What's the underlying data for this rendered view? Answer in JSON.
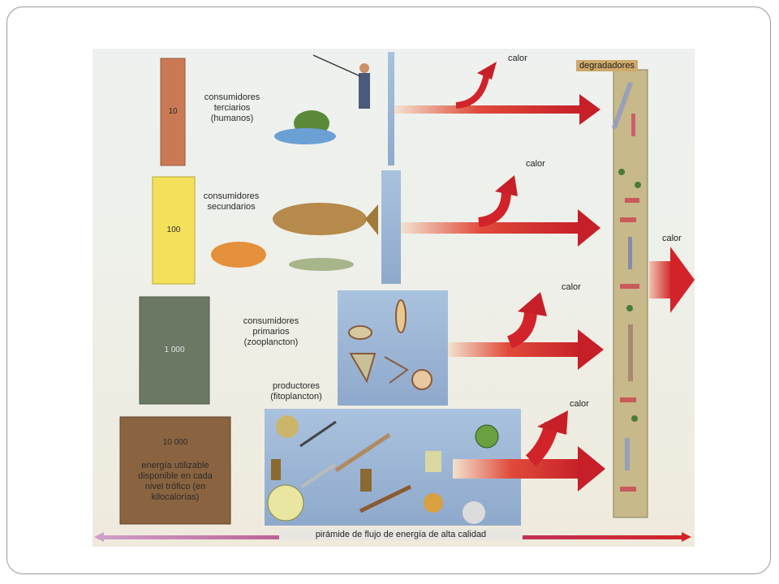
{
  "levels": [
    {
      "value": "10",
      "label": "consumidores terciarios (humanos)",
      "color": "#c97a54"
    },
    {
      "value": "100",
      "label": "consumidores secundarios",
      "color": "#f4e05a"
    },
    {
      "value": "1 000",
      "label": "consumidores primarios (zooplancton)",
      "color": "#6b7864"
    },
    {
      "value": "10 000",
      "label": "energía utilizable disponible en cada nivel trófico (en kilocalorías)",
      "color": "#8a6440"
    }
  ],
  "producers_label": "productores (fitoplancton)",
  "heat_label": "calor",
  "decomposers_label": "degradadores",
  "caption": "pirámide de flujo de energía de alta calidad",
  "colors": {
    "arrow": "#d2232a",
    "panel": "#9fb7d6",
    "decomposer_column": "#c7b98a"
  }
}
